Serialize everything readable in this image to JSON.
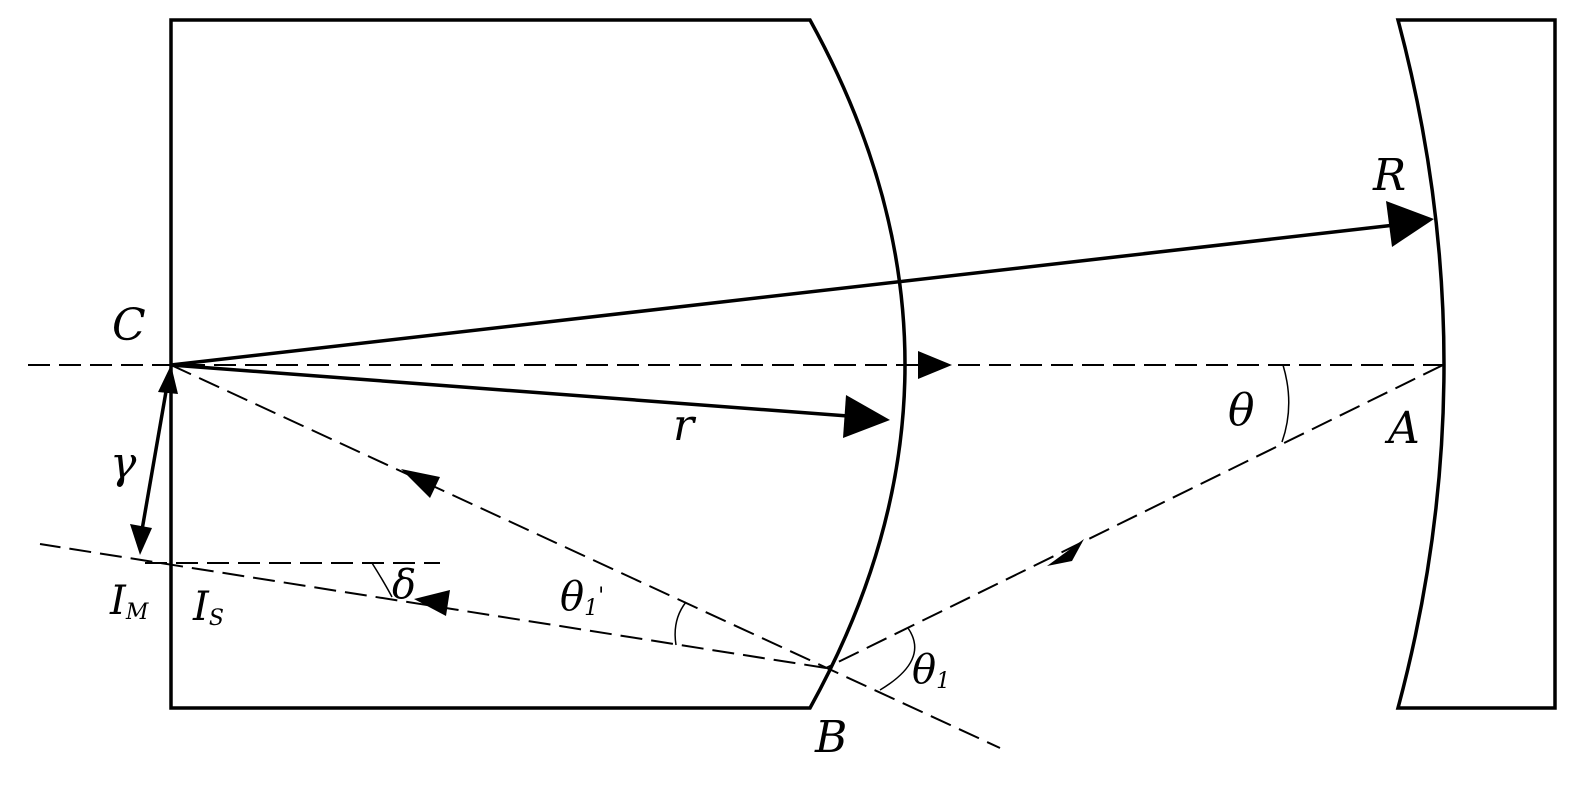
{
  "labels": {
    "C": "C",
    "R": "R",
    "r": "r",
    "theta": "θ",
    "A": "A",
    "gamma": "γ",
    "I": "I",
    "M": "M",
    "S": "S",
    "delta": "δ",
    "theta1_prime": "θ",
    "one": "1",
    "prime": "'",
    "theta1": "θ",
    "B": "B"
  }
}
